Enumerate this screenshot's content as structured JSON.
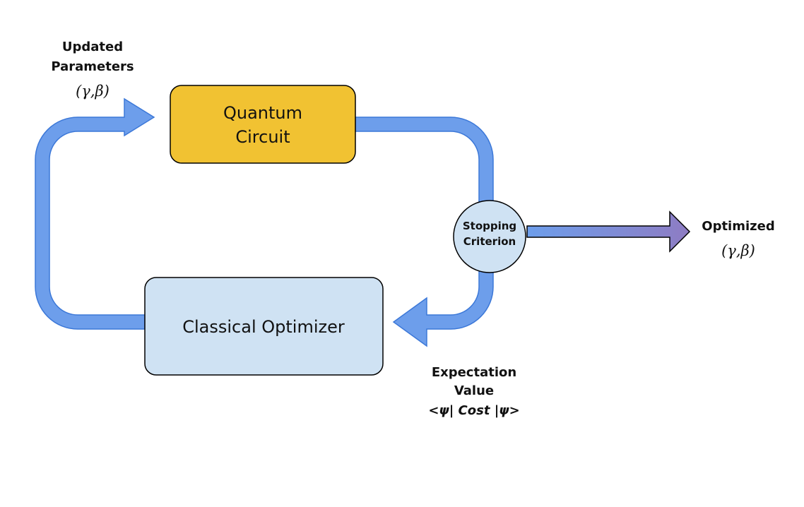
{
  "colors": {
    "loop_fill": "#6d9eeb",
    "loop_stroke": "#3c78d8",
    "quantum_box_fill": "#f1c232",
    "optimizer_box_fill": "#cfe2f3",
    "criterion_fill": "#cfe2f3",
    "output_arrow_start": "#6d9eeb",
    "output_arrow_end": "#8e7cc3",
    "outline": "#000000"
  },
  "nodes": {
    "quantum_circuit": {
      "line1": "Quantum",
      "line2": "Circuit"
    },
    "classical_optimizer": {
      "label": "Classical Optimizer"
    },
    "stopping_criterion": {
      "line1": "Stopping",
      "line2": "Criterion"
    }
  },
  "labels": {
    "updated_parameters": {
      "line1": "Updated",
      "line2": "Parameters",
      "params": "(γ,β)"
    },
    "optimized": {
      "line1": "Optimized",
      "params": "(γ,β)"
    },
    "expectation_value": {
      "line1": "Expectation",
      "line2": "Value",
      "formula": "<ψ| Cost |ψ>"
    }
  },
  "icons": {
    "feedback_arrow": "arrow-right",
    "measurement_arrow": "arrow-left",
    "output_arrow": "arrow-right"
  }
}
